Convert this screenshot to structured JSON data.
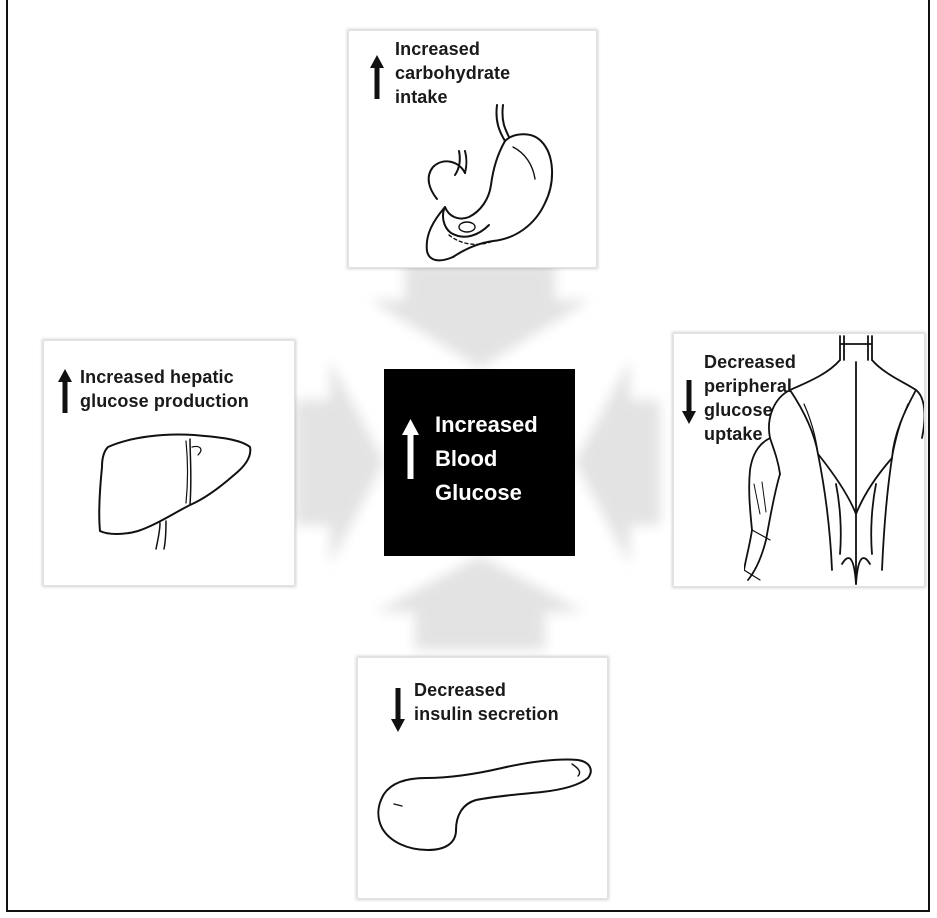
{
  "center": {
    "line1": "Increased",
    "line2": "Blood",
    "line3": "Glucose"
  },
  "factors": {
    "top": {
      "direction": "up",
      "line1": "Increased",
      "line2": "carbohydrate",
      "line3": "intake",
      "icon": "stomach-icon"
    },
    "left": {
      "direction": "up",
      "line1": "Increased hepatic",
      "line2": "glucose production",
      "icon": "liver-icon"
    },
    "right": {
      "direction": "down",
      "line1": "Decreased",
      "line2": "peripheral",
      "line3": "glucose",
      "line4": "uptake",
      "icon": "muscle-back-icon"
    },
    "bottom": {
      "direction": "down",
      "line1": "Decreased",
      "line2": "insulin secretion",
      "icon": "pancreas-icon"
    }
  },
  "colors": {
    "arrow_gray": "#e3e3e3",
    "center_bg": "#000000",
    "center_text": "#ffffff"
  }
}
